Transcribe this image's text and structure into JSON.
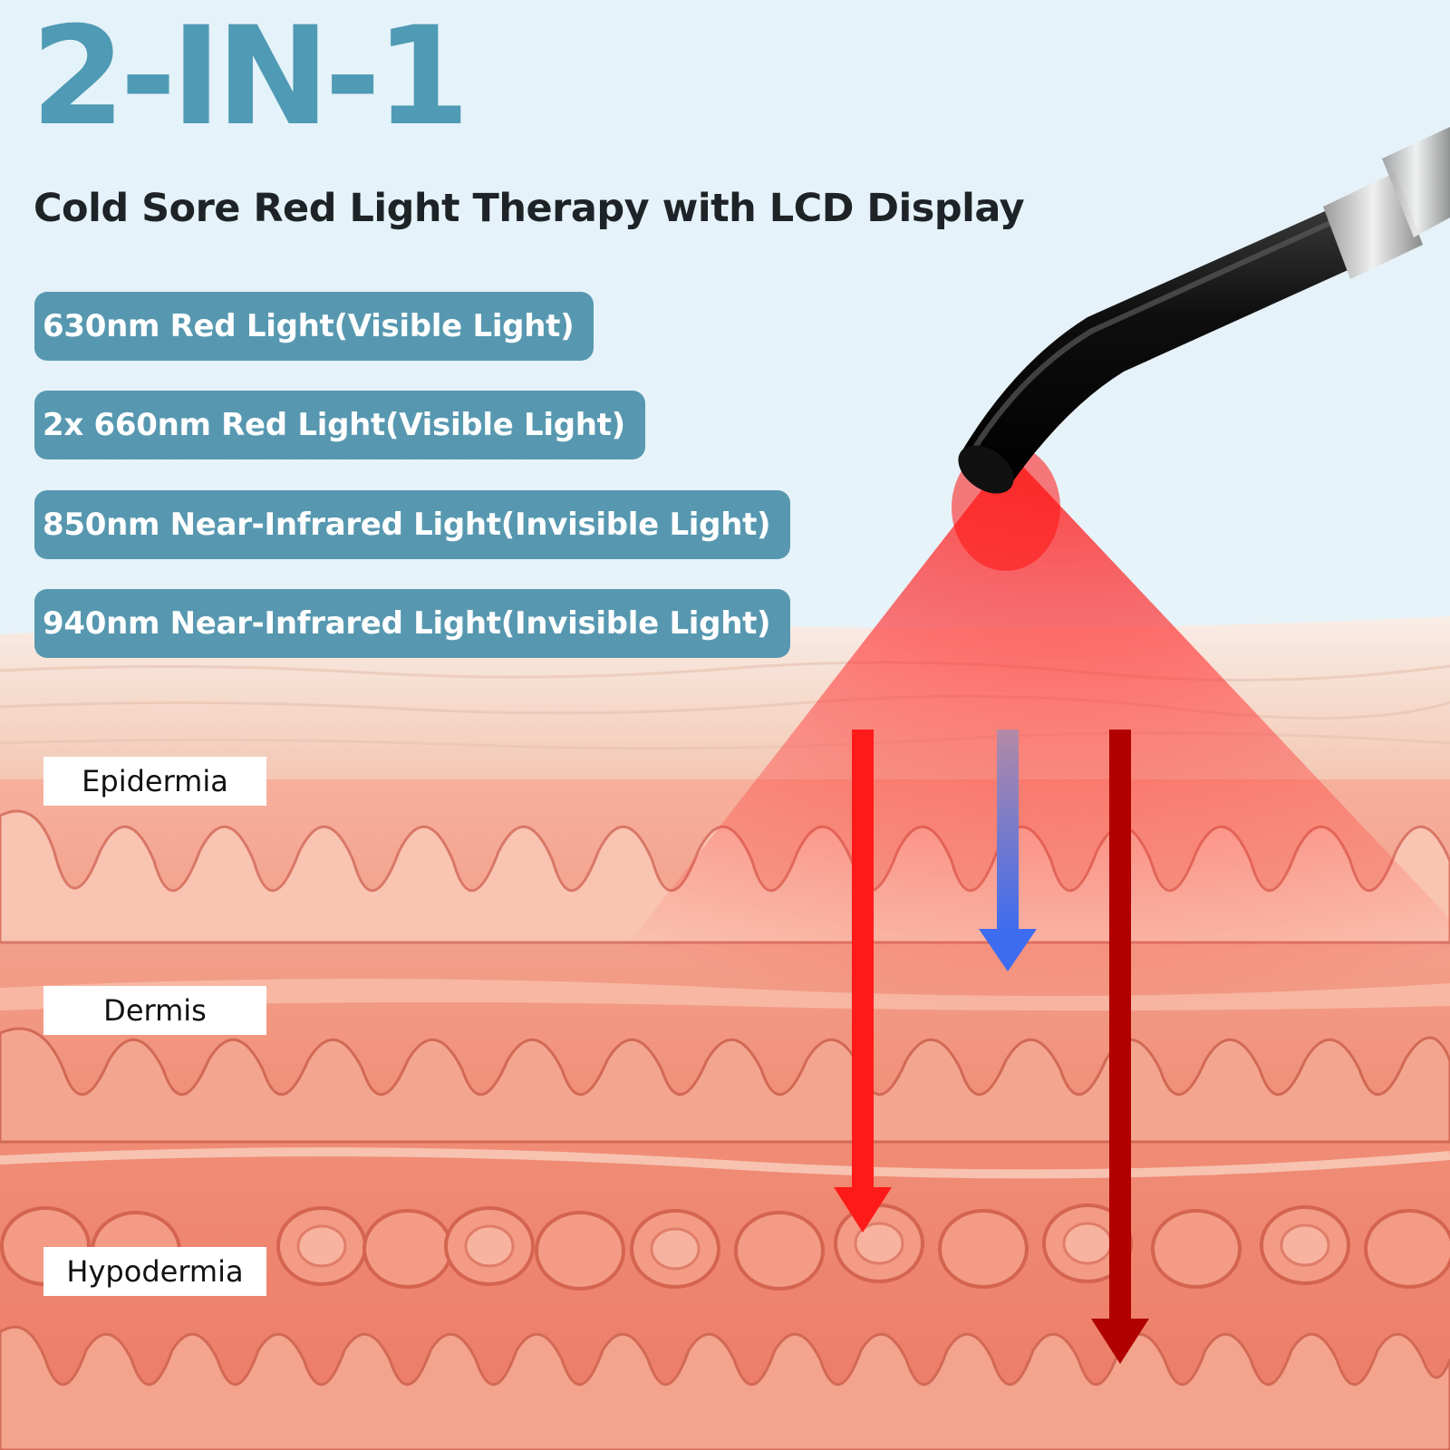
{
  "headline": "2-IN-1",
  "subtitle": "Cold Sore Red Light Therapy with LCD Display",
  "wavelengths": [
    "630nm Red Light(Visible Light)",
    "2x 660nm Red Light(Visible Light)",
    "850nm Near-Infrared Light(Invisible Light)",
    "940nm Near-Infrared Light(Invisible Light)"
  ],
  "layers": [
    "Epidermia",
    "Dermis",
    "Hypodermia"
  ],
  "colors": {
    "accent": "#5798b0",
    "headline": "#4f9ab4",
    "red_arrow": "#ff1a1a",
    "dark_red_arrow": "#b00000",
    "blue_arrow": "#3d6cf0",
    "skin": "#f19a86"
  }
}
